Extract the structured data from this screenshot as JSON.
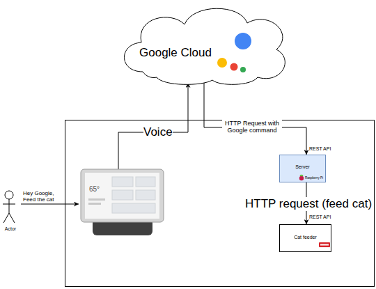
{
  "diagram": {
    "nodes": [
      {
        "text": [
          "Google Cloud"
        ]
      },
      {
        "text": [
          "Actor"
        ]
      },
      {
        "text": [
          "65°"
        ]
      },
      {
        "text": [
          "Server",
          "Raspberry Pi"
        ]
      },
      {
        "text": [
          "Cat feeder"
        ]
      }
    ],
    "edges": [
      {
        "from": 1,
        "to": 2,
        "arrow": "to",
        "label": "Hey Google, Feed the cat"
      },
      {
        "from": 2,
        "to": 0,
        "arrow": "to",
        "label": "Voice"
      },
      {
        "from": 0,
        "to": 3,
        "arrow": "to",
        "label": "HTTP Request with Google command"
      },
      {
        "from": 3,
        "to": 4,
        "arrow": "to",
        "label": "HTTP request (feed cat)"
      }
    ],
    "labels": [
      "REST API",
      "REST API"
    ]
  }
}
